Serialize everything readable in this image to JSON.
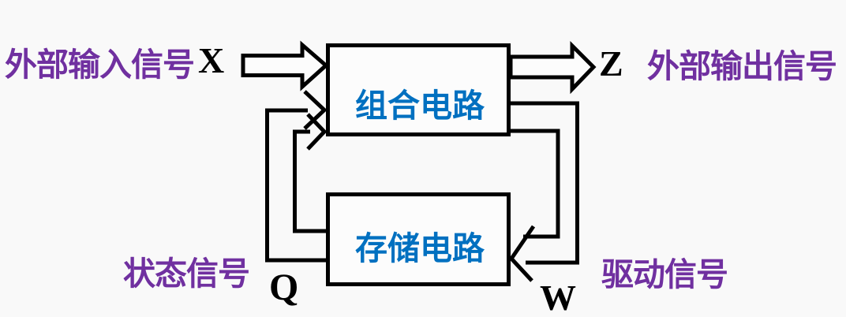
{
  "diagram": {
    "type": "block-diagram",
    "subject": "sequential-logic-circuit-structure",
    "boxes": {
      "combinational": {
        "label": "组合电路"
      },
      "storage": {
        "label": "存储电路"
      }
    },
    "signals": {
      "input": {
        "label": "外部输入信号",
        "letter": "X"
      },
      "output": {
        "label": "外部输出信号",
        "letter": "Z"
      },
      "state": {
        "label": "状态信号",
        "letter": "Q"
      },
      "drive": {
        "label": "驱动信号",
        "letter": "W"
      }
    },
    "colors": {
      "background": "#f9f9f9",
      "line": "#000000",
      "label_text": "#7030A0",
      "box_text": "#0070C0",
      "letter_text": "#000000"
    }
  }
}
